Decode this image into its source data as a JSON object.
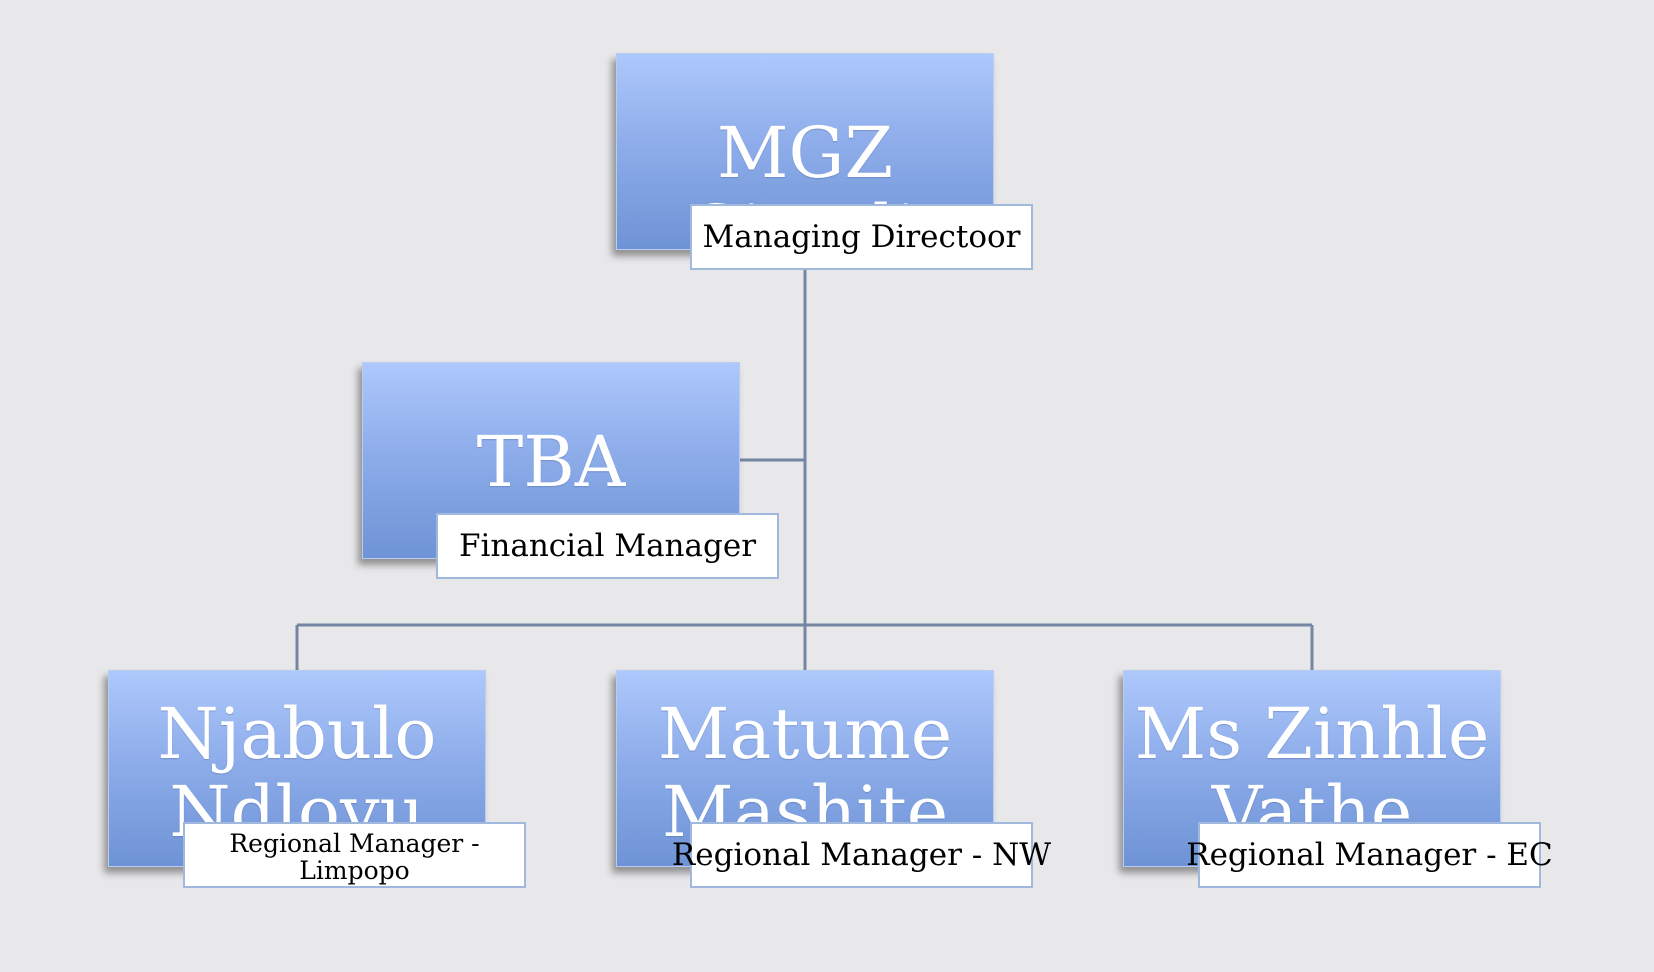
{
  "colors": {
    "background": "#e8e8ea",
    "box_top": "#aec8fc",
    "box_bottom": "#6e93d6",
    "connector": "#7586a3"
  },
  "org_chart": {
    "managing_director": {
      "name": "MGZ Sigodi",
      "title": "Managing Directoor"
    },
    "financial_manager": {
      "name": "TBA",
      "title": "Financial Manager"
    },
    "regional_limpopo": {
      "name": "Njabulo Ndlovu",
      "title": "Regional Manager - Limpopo"
    },
    "regional_nw": {
      "name": "Matume Mashite",
      "title": "Regional Manager - NW"
    },
    "regional_ec": {
      "name": "Ms Zinhle Vathe",
      "title": "Regional Manager - EC"
    }
  }
}
